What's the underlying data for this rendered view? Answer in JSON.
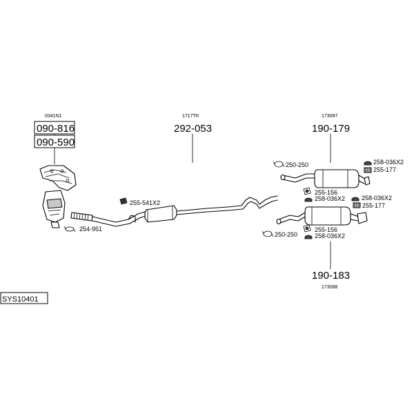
{
  "system_code": "SYS10401",
  "groups": {
    "manifold": {
      "ref": "0341N1",
      "parts": [
        "090-816",
        "090-590"
      ]
    },
    "middle": {
      "ref": "1717TK",
      "part": "292-053"
    },
    "rear_upper": {
      "ref": "173087",
      "part": "190-179"
    },
    "rear_lower": {
      "ref": "173088",
      "part": "190-183"
    }
  },
  "fittings": {
    "f1": "254-951",
    "f2": "255-541X2",
    "f3": "250-250",
    "f4": "255-156",
    "f5": "258-036X2",
    "f6": "258-036X2",
    "f7": "255-177",
    "f8": "258-036X2",
    "f9": "255-177",
    "f10": "250-250",
    "f11": "255-156",
    "f12": "258-036X2"
  }
}
